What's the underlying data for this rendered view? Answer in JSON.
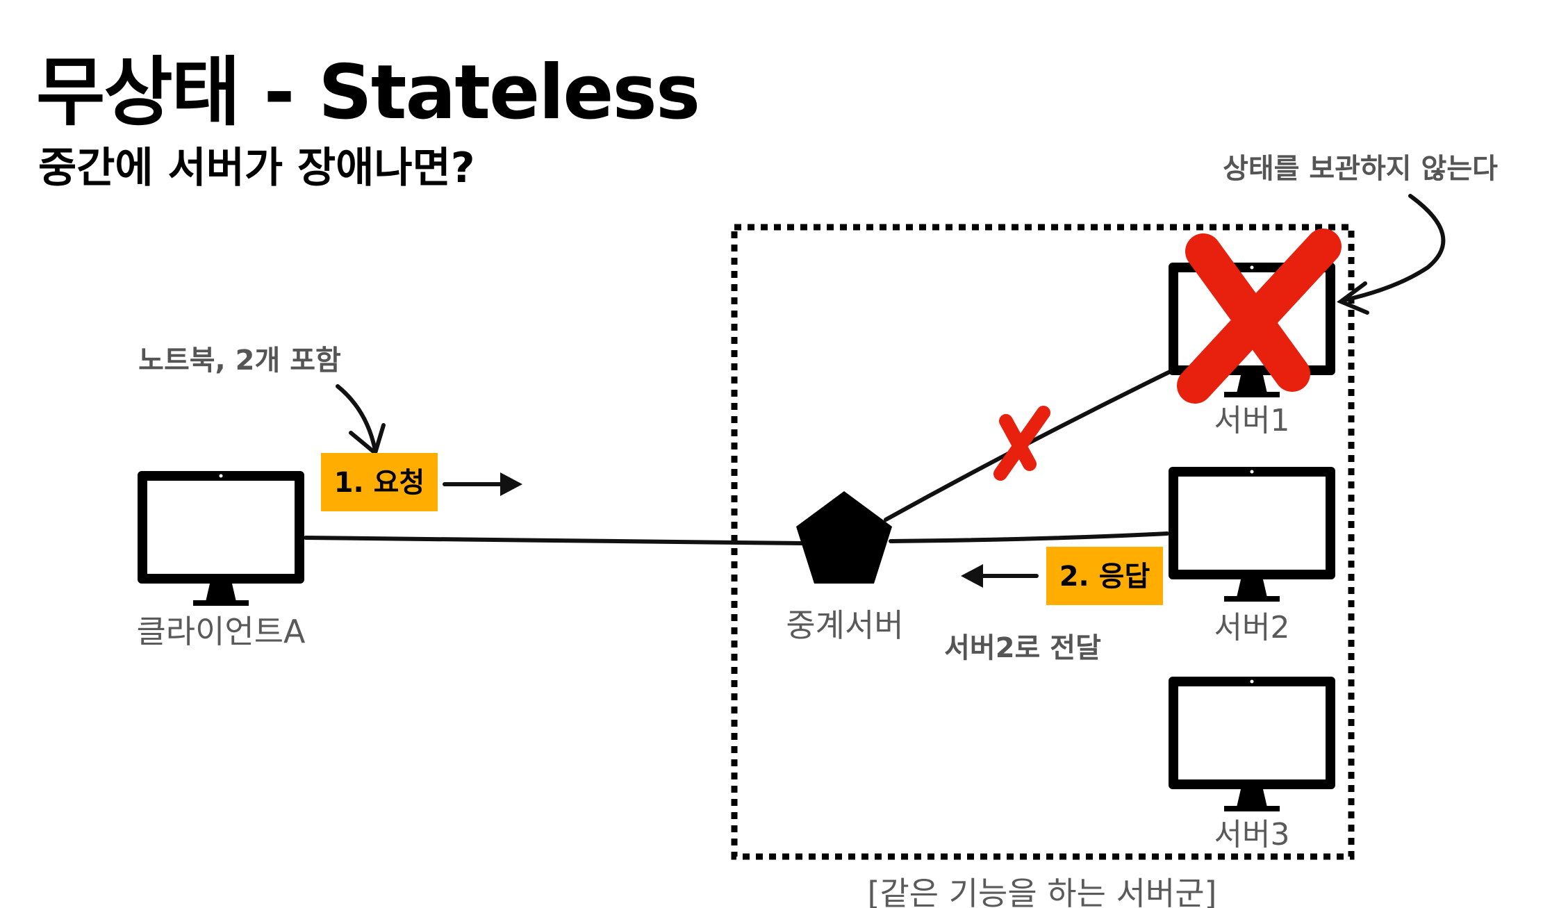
{
  "title": "무상태 - Stateless",
  "subtitle": "중간에 서버가 장애나면?",
  "notes": {
    "laptop": "노트북, 2개 포함",
    "stateless": "상태를 보관하지 않는다",
    "forward": "서버2로 전달"
  },
  "badges": {
    "request": "1. 요청",
    "response": "2. 응답"
  },
  "nodes": {
    "client": "클라이언트A",
    "relay": "중계서버",
    "server1": "서버1",
    "server2": "서버2",
    "server3": "서버3"
  },
  "group_label": "[같은 기능을 하는 서버군]",
  "colors": {
    "badge": "#ffae00",
    "cross": "#e8200e",
    "text_gray": "#5a5a5a"
  },
  "icons": {
    "monitor": "monitor-icon",
    "relay": "pentagon-icon",
    "failure": "red-x-icon"
  }
}
